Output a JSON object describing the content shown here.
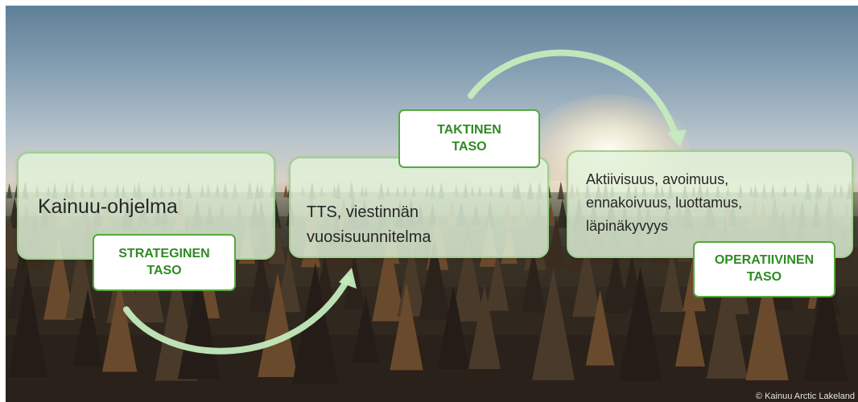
{
  "colors": {
    "card_fill": "#e2f3da",
    "card_border": "#9fd08f",
    "label_border": "#55a83d",
    "label_text": "#2f8a23",
    "arrow": "#c4ebbd"
  },
  "stages": [
    {
      "text": "Kainuu-ohjelma",
      "label_line1": "STRATEGINEN",
      "label_line2": "TASO"
    },
    {
      "text_line1": "TTS, viestinnän",
      "text_line2": "vuosisuunnitelma",
      "label_line1": "TAKTINEN",
      "label_line2": "TASO"
    },
    {
      "text_line1": "Aktiivisuus, avoimuus,",
      "text_line2": "ennakoivuus, luottamus,",
      "text_line3": "läpinäkyvyys",
      "label_line1": "OPERATIIVINEN",
      "label_line2": "TASO"
    }
  ],
  "connectors": [
    {
      "from": "STRATEGINEN TASO",
      "to": "TAKTINEN TASO",
      "icon": "curved-arrow-icon"
    },
    {
      "from": "TAKTINEN TASO",
      "to": "OPERATIIVINEN TASO",
      "icon": "curved-arrow-icon"
    }
  ],
  "credit": "© Kainuu Arctic Lakeland"
}
